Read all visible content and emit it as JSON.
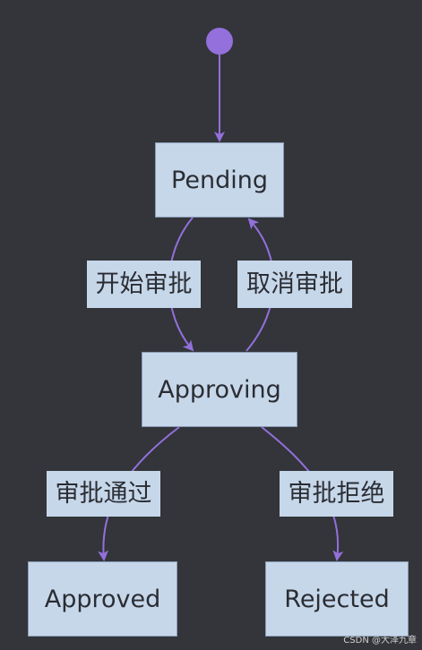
{
  "diagram": {
    "type": "state-diagram",
    "start_state": "start",
    "states": [
      {
        "id": "pending",
        "label": "Pending"
      },
      {
        "id": "approving",
        "label": "Approving"
      },
      {
        "id": "approved",
        "label": "Approved"
      },
      {
        "id": "rejected",
        "label": "Rejected"
      }
    ],
    "transitions": [
      {
        "from": "start",
        "to": "pending",
        "label": ""
      },
      {
        "from": "pending",
        "to": "approving",
        "label": "开始审批"
      },
      {
        "from": "approving",
        "to": "pending",
        "label": "取消审批"
      },
      {
        "from": "approving",
        "to": "approved",
        "label": "审批通过"
      },
      {
        "from": "approving",
        "to": "rejected",
        "label": "审批拒绝"
      }
    ]
  },
  "watermark": "CSDN @大泽九章",
  "colors": {
    "background": "#33353a",
    "node_fill": "#c7d7ea",
    "node_border": "#8a9bb5",
    "edge": "#9370db",
    "start_node": "#9370db",
    "text": "#2a2d33"
  }
}
